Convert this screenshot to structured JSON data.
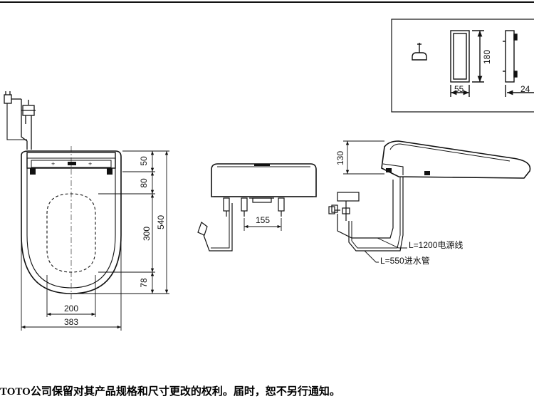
{
  "inset": {
    "dim_width_front": "55",
    "dim_height": "180",
    "dim_width_side": "24"
  },
  "front_view": {
    "dim_depth_top": "50",
    "dim_80": "80",
    "dim_300": "300",
    "dim_78": "78",
    "dim_total_length": "540",
    "dim_opening_width": "200",
    "dim_total_width": "383"
  },
  "middle_view": {
    "dim_spacing": "155"
  },
  "side_view": {
    "dim_height": "130",
    "power_cord_label": "L=1200电源线",
    "water_hose_label": "L=550进水管"
  },
  "footer": {
    "brand": "TOTO",
    "notice": "公司保留对其产品规格和尺寸更改的权利。届时，恕不另行通知。"
  }
}
